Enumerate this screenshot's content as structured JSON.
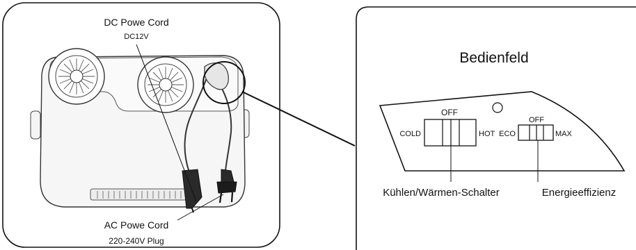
{
  "left_panel": {
    "dc_cord": {
      "title": "DC Powe Cord",
      "spec": "DC12V"
    },
    "ac_cord": {
      "title": "AC Powe Cord",
      "spec": "220-240V Plug"
    }
  },
  "right_panel": {
    "title": "Bedienfeld",
    "switch_mode": {
      "top": "OFF",
      "left": "COLD",
      "right": "HOT",
      "caption": "Kühlen/Wärmen-Schalter"
    },
    "switch_eco": {
      "top": "OFF",
      "left": "ECO",
      "right": "MAX",
      "caption": "Energieeffizienz"
    }
  },
  "colors": {
    "line": "#111111",
    "background": "#ffffff",
    "device_shade": "#f4f4f4"
  },
  "icons": [
    "fan-icon",
    "fan-icon",
    "power-plug-icon",
    "dc-plug-icon",
    "indicator-led-icon"
  ]
}
